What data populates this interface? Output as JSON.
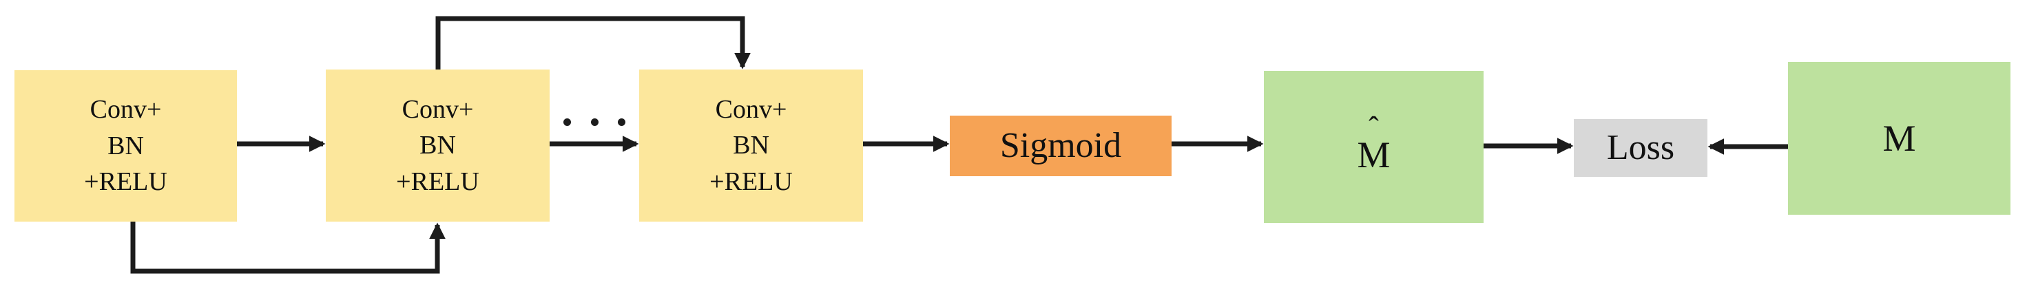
{
  "blocks": {
    "conv1": {
      "label": "Conv+\nBN\n+RELU"
    },
    "conv2": {
      "label": "Conv+\nBN\n+RELU"
    },
    "conv3": {
      "label": "Conv+\nBN\n+RELU"
    },
    "sigmoid": {
      "label": "Sigmoid"
    },
    "m_hat": {
      "hat": "ˆ",
      "letter": "M"
    },
    "loss": {
      "label": "Loss"
    },
    "m": {
      "label": "M"
    }
  },
  "colors": {
    "conv_fill": "#fce79c",
    "sigmoid_fill": "#f6a355",
    "prediction_fill": "#bde19e",
    "loss_fill": "#d8d8d8",
    "arrow": "#1c1c1c",
    "background": "#ffffff"
  }
}
